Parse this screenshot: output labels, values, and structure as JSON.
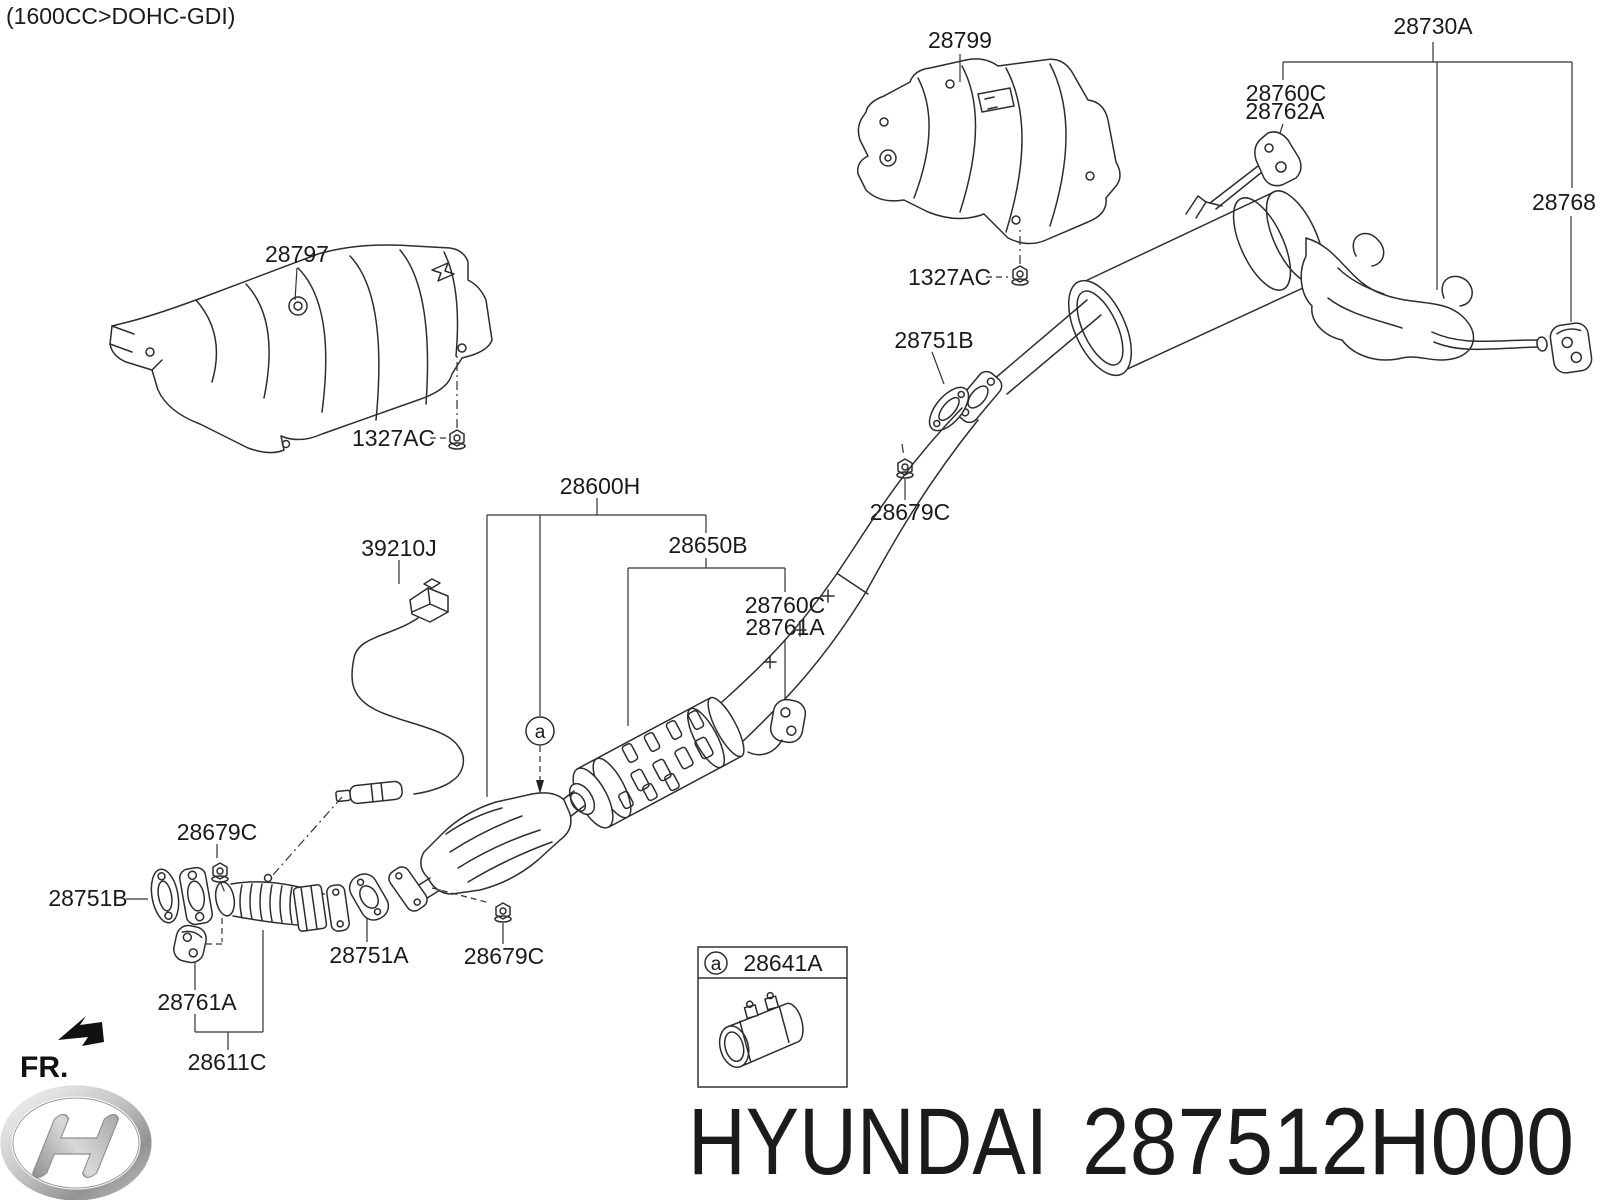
{
  "engine_note": "(1600CC>DOHC-GDI)",
  "parts": {
    "heat_protector_center_floor": "28797",
    "heat_protector_rear_floor": "28799",
    "nut_washer": "1327AC",
    "rear_muffler_assy": "28730A",
    "hanger_rubber_c": "28760C",
    "hanger_bracket_rear": "28762A",
    "hanger_rubber_tail": "28768",
    "gasket_b": "28751B",
    "flange_nut": "28679C",
    "front_muffler_assy": "28600H",
    "oxygen_sensor": "39210J",
    "center_muffler_assy": "28650B",
    "hanger_rubber_a": "28761A",
    "gasket_a": "28751A",
    "front_exhaust_pipe": "28611C",
    "clamp": "28641A"
  },
  "markers": {
    "section": "a",
    "front_direction": "FR."
  },
  "footer": {
    "brand": "HYUNDAI",
    "part_number": "287512H000"
  }
}
